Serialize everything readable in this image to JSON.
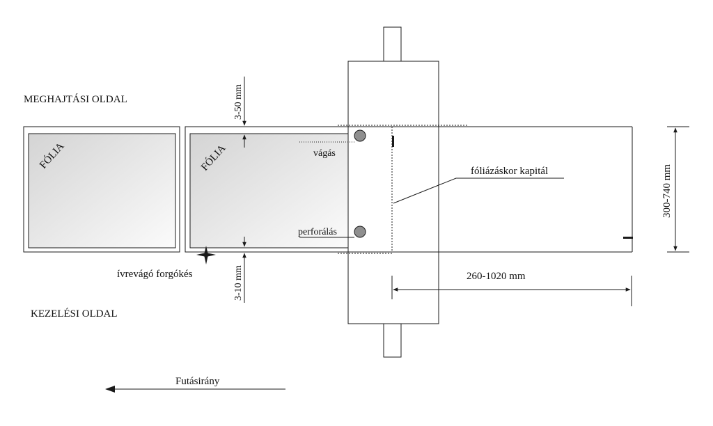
{
  "labels": {
    "drive_side": "MEGHAJTÁSI OLDAL",
    "operator_side": "KEZELÉSI OLDAL",
    "foil_1": "FÓLIA",
    "foil_2": "FÓLIA",
    "cut": "vágás",
    "perforation": "perforálás",
    "headband": "fóliázáskor kapitál",
    "rotary_knife": "ívrevágó forgókés",
    "top_margin": "3-50 mm",
    "bottom_margin": "3-10 mm",
    "width_range": "300-740 mm",
    "length_range": "260-1020 mm",
    "direction": "Futásirány"
  },
  "colors": {
    "line": "#1a1a1a",
    "foil_fill_light": "#fafafa",
    "foil_fill_dark": "#d6d6d6",
    "hole_fill": "#8f8f8f"
  }
}
